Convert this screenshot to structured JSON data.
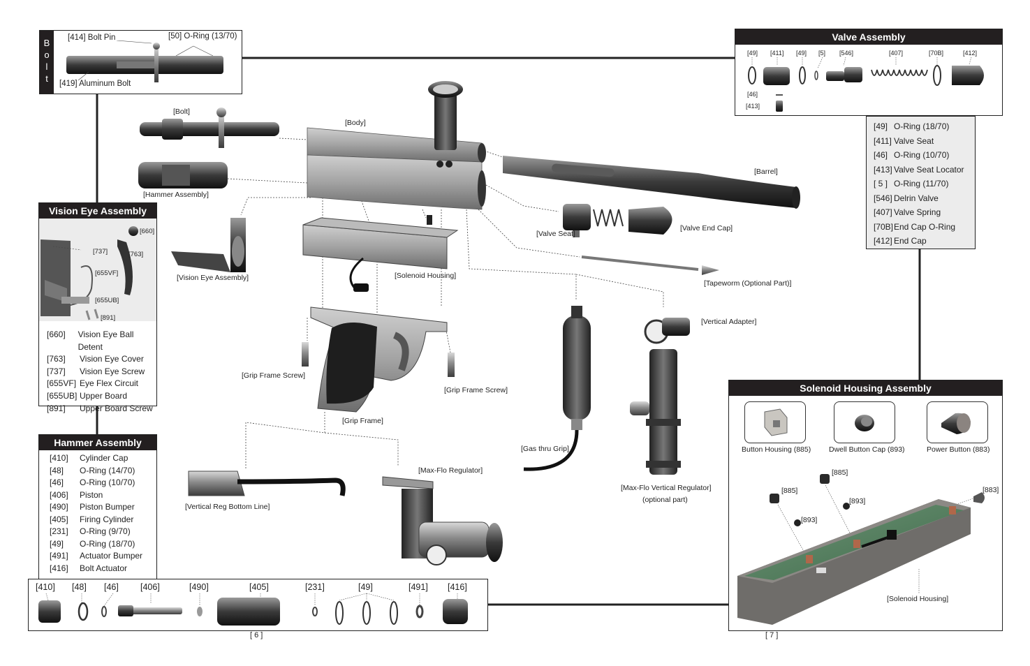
{
  "bolt_box": {
    "vertical_title": [
      "B",
      "o",
      "l",
      "t"
    ],
    "labels": {
      "bolt_pin": "[414]  Bolt Pin",
      "oring": "[50]  O-Ring (13/70)",
      "aluminum_bolt": "[419]  Aluminum Bolt"
    }
  },
  "main_labels": {
    "bolt": "[Bolt]",
    "body": "[Body]",
    "barrel": "[Barrel]",
    "hammer_assembly": "[Hammer Assembly]",
    "valve_seat": "[Valve Seat]",
    "valve_end_cap": "[Valve End Cap]",
    "vision_eye_assembly": "[Vision Eye Assembly]",
    "solenoid_housing": "[Solenoid Housing]",
    "tapeworm": "[Tapeworm (Optional Part)]",
    "vertical_adapter": "[Vertical Adapter]",
    "grip_frame_screw_left": "[Grip Frame Screw]",
    "grip_frame_screw_right": "[Grip Frame Screw]",
    "grip_frame": "[Grip Frame]",
    "gas_thru_grip": "[Gas thru Grip]",
    "max_flo_vertical_regulator": "[Max-Flo Vertical Regulator]",
    "optional_part": "(optional part)",
    "max_flo_regulator": "[Max-Flo Regulator]",
    "vertical_reg_bottom_line": "[Vertical Reg Bottom Line]"
  },
  "vision_eye": {
    "title": "Vision Eye Assembly",
    "callouts": [
      "[660]",
      "[737]",
      "[763]",
      "[655VF]",
      "[655UB]",
      "[891]"
    ],
    "items": [
      {
        "code": "[660]",
        "name": "Vision Eye Ball Detent"
      },
      {
        "code": "[763]",
        "name": "Vision Eye Cover"
      },
      {
        "code": "[737]",
        "name": "Vision Eye Screw"
      },
      {
        "code": "[655VF]",
        "name": "Eye Flex Circuit"
      },
      {
        "code": "[655UB]",
        "name": "Upper Board"
      },
      {
        "code": "[891]",
        "name": "Upper Board Screw"
      }
    ]
  },
  "hammer": {
    "title": "Hammer Assembly",
    "items": [
      {
        "code": "[410]",
        "name": "Cylinder Cap"
      },
      {
        "code": "[48]",
        "name": "O-Ring (14/70)"
      },
      {
        "code": "[46]",
        "name": "O-Ring (10/70)"
      },
      {
        "code": "[406]",
        "name": "Piston"
      },
      {
        "code": "[490]",
        "name": "Piston Bumper"
      },
      {
        "code": "[405]",
        "name": "Firing Cylinder"
      },
      {
        "code": "[231]",
        "name": "O-Ring (9/70)"
      },
      {
        "code": "[49]",
        "name": "O-Ring (18/70)"
      },
      {
        "code": "[491]",
        "name": "Actuator Bumper"
      },
      {
        "code": "[416]",
        "name": "Bolt Actuator"
      }
    ],
    "strip_labels": [
      "[410]",
      "[48]",
      "[46]",
      "[406]",
      "[490]",
      "[405]",
      "[231]",
      "[49]",
      "[491]",
      "[416]"
    ]
  },
  "valve": {
    "title": "Valve Assembly",
    "callouts": [
      "[49]",
      "[411]",
      "[49]",
      "[5]",
      "[546]",
      "[407]",
      "[70B]",
      "[412]",
      "[46]",
      "[413]"
    ],
    "items": [
      {
        "code": "[49]",
        "name": "O-Ring (18/70)"
      },
      {
        "code": "[411]",
        "name": "Valve Seat"
      },
      {
        "code": "[46]",
        "name": "O-Ring (10/70)"
      },
      {
        "code": "[413]",
        "name": "Valve Seat Locator"
      },
      {
        "code": "[ 5 ]",
        "name": "O-Ring (11/70)"
      },
      {
        "code": "[546]",
        "name": "Delrin Valve"
      },
      {
        "code": "[407]",
        "name": "Valve Spring"
      },
      {
        "code": "[70B]",
        "name": "End Cap O-Ring"
      },
      {
        "code": "[412]",
        "name": "End Cap"
      }
    ]
  },
  "solenoid": {
    "title": "Solenoid Housing Assembly",
    "buttons": [
      {
        "label": "Button Housing (885)"
      },
      {
        "label": "Dwell Button Cap (893)"
      },
      {
        "label": "Power Button (883)"
      }
    ],
    "callouts": [
      "[885]",
      "[885]",
      "[893]",
      "[893]",
      "[883]"
    ],
    "housing_label": "[Solenoid Housing]"
  },
  "pages": {
    "left": "[ 6 ]",
    "right": "[ 7 ]"
  }
}
